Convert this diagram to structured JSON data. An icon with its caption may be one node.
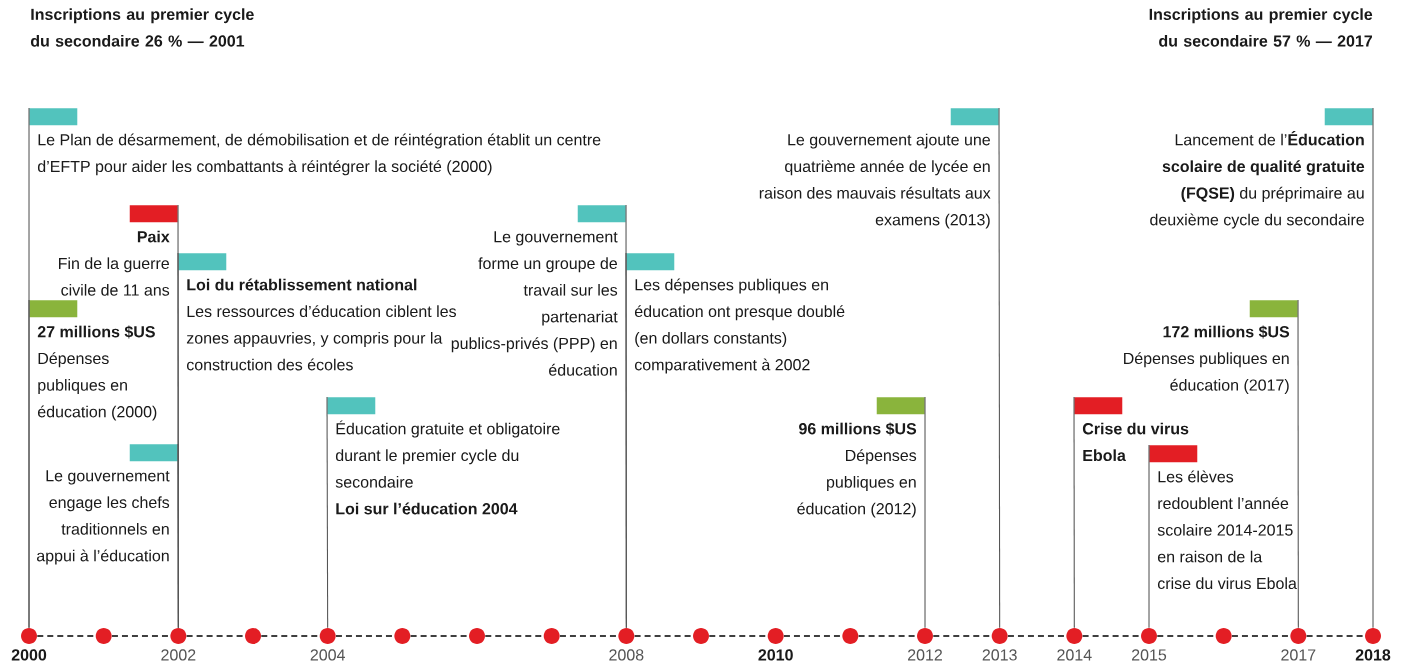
{
  "diagram": {
    "nodes": [
      {
        "text": [
          "Le Plan de désarmement, de démobilisation et de réintégration établit un centre d’EFTP pour aider les combattants à réintégrer la société (2000)"
        ]
      },
      {
        "text": [
          "Le gouvernement ajoute une quatrième année de lycée en raison des mauvais résultats aux examens (2013)"
        ]
      },
      {
        "text": [
          "Lancement de l’**Éducation scolaire de qualité gratuite (FQSE)** du préprimaire au deuxième cycle du secondaire"
        ]
      },
      {
        "text": [
          "Paix",
          "Fin de la guerre civile de 11 ans"
        ]
      },
      {
        "text": [
          "Le gouvernement forme un groupe de travail sur les partenariat publics-privés (PPP) en éducation"
        ]
      },
      {
        "text": [
          "Loi du rétablissement national",
          "Les ressources d’éducation ciblent les zones appauvries, y compris pour la construction des écoles"
        ]
      },
      {
        "text": [
          "Les dépenses publiques en éducation ont presque doublé (en dollars constants) comparativement à 2002"
        ]
      },
      {
        "text": [
          "27 millions $US",
          "Dépenses publiques en éducation (2000)"
        ]
      },
      {
        "text": [
          "172 millions $US",
          "Dépenses publiques en éducation (2017)"
        ]
      },
      {
        "text": [
          "Éducation gratuite et obligatoire durant le premier cycle du secondaire",
          "Loi sur l’éducation 2004"
        ]
      },
      {
        "text": [
          "96 millions $US",
          "Dépenses publiques en éducation (2012)"
        ]
      },
      {
        "text": [
          "Crise du virus Ebola"
        ]
      },
      {
        "text": [
          "Les élèves redoublent l’année scolaire 2014-2015 en raison de la crise du virus Ebola"
        ]
      },
      {
        "text": [
          "Le gouvernement engage les chefs traditionnels en appui à l’éducation"
        ]
      },
      {
        "text": [
          "2000"
        ]
      },
      {
        "text": [],
        "shape": "circle"
      },
      {
        "text": [
          "2002"
        ]
      },
      {
        "text": [],
        "shape": "circle"
      },
      {
        "text": [
          "2004"
        ]
      },
      {
        "text": [],
        "shape": "circle"
      },
      {
        "text": [],
        "shape": "circle"
      },
      {
        "text": [],
        "shape": "circle"
      },
      {
        "text": [
          "2008"
        ]
      },
      {
        "text": [],
        "shape": "circle"
      },
      {
        "text": [
          "2010"
        ]
      },
      {
        "text": [],
        "shape": "circle"
      },
      {
        "text": [
          "2012"
        ]
      },
      {
        "text": [
          "2013"
        ]
      },
      {
        "text": [
          "2014"
        ]
      },
      {
        "text": [
          "2015"
        ]
      },
      {
        "text": [],
        "shape": "circle"
      },
      {
        "text": [
          "2017"
        ]
      },
      {
        "text": [
          "2018"
        ]
      }
    ],
    "edges": [
      {
        "from": 0,
        "to": 14,
        "arrow": "none"
      },
      {
        "from": 1,
        "to": 27,
        "arrow": "none"
      },
      {
        "from": 2,
        "to": 32,
        "arrow": "none"
      },
      {
        "from": 3,
        "to": 16,
        "arrow": "none"
      },
      {
        "from": 4,
        "to": 22,
        "arrow": "none"
      },
      {
        "from": 5,
        "to": 16,
        "arrow": "none"
      },
      {
        "from": 6,
        "to": 22,
        "arrow": "none"
      },
      {
        "from": 7,
        "to": 14,
        "arrow": "none"
      },
      {
        "from": 8,
        "to": 31,
        "arrow": "none"
      },
      {
        "from": 9,
        "to": 18,
        "arrow": "none"
      },
      {
        "from": 10,
        "to": 26,
        "arrow": "none"
      },
      {
        "from": 11,
        "to": 28,
        "arrow": "none"
      },
      {
        "from": 12,
        "to": 29,
        "arrow": "none"
      },
      {
        "from": 13,
        "to": 16,
        "arrow": "none"
      },
      {
        "from": 14,
        "to": 15,
        "arrow": "none",
        "style": "dashed"
      },
      {
        "from": 15,
        "to": 16,
        "arrow": "none",
        "style": "dashed"
      },
      {
        "from": 16,
        "to": 17,
        "arrow": "none",
        "style": "dashed"
      },
      {
        "from": 17,
        "to": 18,
        "arrow": "none",
        "style": "dashed"
      },
      {
        "from": 18,
        "to": 19,
        "arrow": "none",
        "style": "dashed"
      },
      {
        "from": 19,
        "to": 20,
        "arrow": "none",
        "style": "dashed"
      },
      {
        "from": 20,
        "to": 21,
        "arrow": "none",
        "style": "dashed"
      },
      {
        "from": 21,
        "to": 22,
        "arrow": "none",
        "style": "dashed"
      },
      {
        "from": 22,
        "to": 23,
        "arrow": "none",
        "style": "dashed"
      },
      {
        "from": 23,
        "to": 24,
        "arrow": "none",
        "style": "dashed"
      },
      {
        "from": 24,
        "to": 25,
        "arrow": "none",
        "style": "dashed"
      },
      {
        "from": 25,
        "to": 26,
        "arrow": "none",
        "style": "dashed"
      },
      {
        "from": 26,
        "to": 27,
        "arrow": "none",
        "style": "dashed"
      },
      {
        "from": 27,
        "to": 28,
        "arrow": "none",
        "style": "dashed"
      },
      {
        "from": 28,
        "to": 29,
        "arrow": "none",
        "style": "dashed"
      },
      {
        "from": 29,
        "to": 30,
        "arrow": "none",
        "style": "dashed"
      },
      {
        "from": 30,
        "to": 31,
        "arrow": "none",
        "style": "dashed"
      },
      {
        "from": 31,
        "to": 32,
        "arrow": "none",
        "style": "dashed"
      }
    ],
    "labels": [
      "Inscriptions au premier cycle du secondaire 26 % — 2001",
      "Inscriptions au premier cycle du secondaire 57 % — 2017"
    ]
  }
}
